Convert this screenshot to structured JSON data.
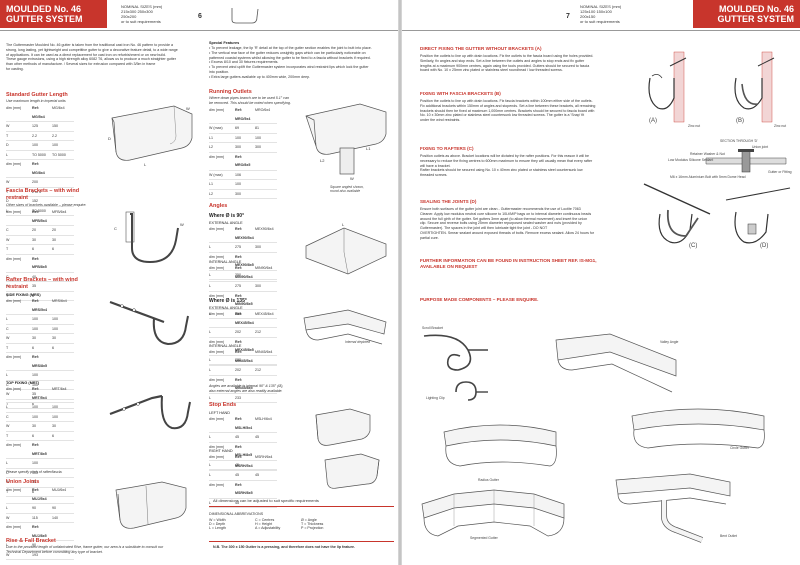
{
  "brand": {
    "red": "#c8352c"
  },
  "left": {
    "banner_line1": "MOULDED No. 46",
    "banner_line2": "GUTTER SYSTEM",
    "nominal": [
      "NOMINAL SIZES (mm)",
      "215x300 250x300",
      "250x200",
      "or to suit requirements"
    ],
    "page_no": "6",
    "intro": [
      "The Guttermaster Moulded No. 46 gutter is taken from the traditional cast iron No. 46 pattern to provide a",
      "strong, long lasting, yet lightweight and competitive gutter to give a decorative feature detail, to a wide range",
      "of applications. It can be used as a direct replacement for cast iron on refurbishment or on new build.",
      "These gauge extrusions, using a high strength alloy 6082 T6, allows us to produce a much straighter gutter",
      "than other methods of manufacture. / Several sizes for extrusion compared with 3/5m in frame",
      "for casting."
    ],
    "std": {
      "title": "Standard Gutter Length",
      "note": "Use maximum length in imperial units",
      "rows": [
        [
          "dim (mm)",
          "Ref: MG/5x4",
          "MG/6x4"
        ],
        [
          "W",
          "125",
          "150"
        ],
        [
          "T",
          "2.2",
          "2.2"
        ],
        [
          "D",
          "100",
          "100"
        ],
        [
          "L",
          "TO 5000",
          "TO 5000"
        ],
        [
          "dim (mm)",
          "Ref: MG/8x4",
          ""
        ],
        [
          "W",
          "200",
          ""
        ],
        [
          "T",
          "2 to 3",
          ""
        ],
        [
          "D",
          "152",
          ""
        ],
        [
          "L",
          "TO 5000",
          ""
        ]
      ]
    },
    "fascia": {
      "title_1": "Fascia Brackets – with wind",
      "title_2": "restraint",
      "note": "Other sizes of brackets available – please enquire.",
      "rows": [
        [
          "dim (mm)",
          "Ref: MFB/5x4",
          "MFB/6x4"
        ],
        [
          "C",
          "20",
          "20"
        ],
        [
          "W",
          "30",
          "30"
        ],
        [
          "T",
          "6",
          "6"
        ],
        [
          "dim (mm)",
          "Ref: MFB/8x5",
          ""
        ],
        [
          "C",
          "40",
          ""
        ],
        [
          "W",
          "35",
          ""
        ],
        [
          "T",
          "6",
          ""
        ]
      ]
    },
    "rafter": {
      "title_1": "Rafter Brackets – with wind",
      "title_2": "restraint",
      "side_title": "SIDE FIXING (MRS)",
      "side_rows": [
        [
          "dim (mm)",
          "Ref: MRS/5x4",
          "MRS/6x4"
        ],
        [
          "L",
          "100",
          "100"
        ],
        [
          "C",
          "100",
          "100"
        ],
        [
          "W",
          "30",
          "30"
        ],
        [
          "T",
          "6",
          "6"
        ],
        [
          "dim (mm)",
          "Ref: MRS/8x5",
          ""
        ],
        [
          "L",
          "100",
          ""
        ],
        [
          "C",
          "100",
          ""
        ],
        [
          "W",
          "35",
          ""
        ],
        [
          "T",
          "6",
          ""
        ]
      ],
      "top_title": "TOP FIXING (MRT)",
      "top_rows": [
        [
          "dim (mm)",
          "Ref: MRT/5x4",
          "MRT/6x4"
        ],
        [
          "L",
          "100",
          "100"
        ],
        [
          "C",
          "100",
          "100"
        ],
        [
          "W",
          "30",
          "30"
        ],
        [
          "T",
          "6",
          "6"
        ],
        [
          "dim (mm)",
          "Ref: MRT/8x5",
          ""
        ],
        [
          "L",
          "100",
          ""
        ],
        [
          "C",
          "100",
          ""
        ],
        [
          "W",
          "35",
          ""
        ],
        [
          "T",
          "6",
          ""
        ]
      ],
      "note": "Please specify pitch of rafter/fascia."
    },
    "union": {
      "title": "Union Joints",
      "rows": [
        [
          "dim (mm)",
          "Ref: MUJ/5x4",
          "MUJ/6x4"
        ],
        [
          "L",
          "90",
          "90"
        ],
        [
          "W",
          "115",
          "140"
        ],
        [
          "dim (mm)",
          "Ref: MUJ/8x5",
          ""
        ],
        [
          "L",
          "90",
          ""
        ],
        [
          "W",
          "193",
          ""
        ]
      ]
    },
    "rise": {
      "title": "Rise & Fall Bracket",
      "note_1": "Due to the provided length of unfabricated Rise, frame gutter, our area is a substitute to consult our",
      "note_2": "Technical Department before committing any type of bracket."
    },
    "special": {
      "title": "Special Features",
      "items": [
        "• To prevent leakage, the lip 'R' detail at the top of the gutter section enables the joint to butt into place.",
        "• The vertical rear face of the gutter reduces unsightly gaps which can be particularly noticeable on",
        "  patterned coastal systems whilst allowing the gutter to be fixed to a fascia without brackets if required.",
        "• Excess 8/10 and 30 fixtures requirements.",
        "• To prevent wind uplift the Guttermaster system incorporates wind restraint lips which lock the gutter",
        "  into position.",
        "• Extra large gutters available up to 400mm wide, 200mm deep."
      ]
    },
    "outlets": {
      "title": "Running Outlets",
      "note_1": "Where down pipes branch are to be used 5.1° can",
      "note_2": "be removed. This should be noted when specifying.",
      "rows": [
        [
          "dim (mm)",
          "Ref: MRO/5x4",
          "MRO/6x4"
        ],
        [
          "W (max)",
          "69",
          "81"
        ],
        [
          "L1",
          "100",
          "100"
        ],
        [
          "L2",
          "300",
          "300"
        ],
        [
          "dim (mm)",
          "Ref: MRO/8x5",
          ""
        ],
        [
          "W (max)",
          "106",
          ""
        ],
        [
          "L1",
          "100",
          ""
        ],
        [
          "L2",
          "300",
          ""
        ]
      ],
      "fig_note_1": "Square angled shown,",
      "fig_note_2": "round also available"
    },
    "angles": {
      "title": "Angles",
      "w90": "Where Ø is 90°",
      "ext": "EXTERNAL ANGLE",
      "ext90": [
        [
          "dim (mm)",
          "Ref: MEX90/5x4",
          "MEX90/6x4"
        ],
        [
          "L",
          "275",
          "300"
        ],
        [
          "dim (mm)",
          "Ref: MEX90/8x5",
          ""
        ],
        [
          "L",
          "350",
          ""
        ]
      ],
      "int": "INTERNAL ANGLE",
      "int90": [
        [
          "dim (mm)",
          "Ref: MIN90/5x4",
          "MIN90/6x4"
        ],
        [
          "L",
          "275",
          "300"
        ],
        [
          "dim (mm)",
          "Ref: MIN90/8x5",
          ""
        ],
        [
          "L",
          "360",
          ""
        ]
      ],
      "w135": "Where Ø is 135°",
      "ext135": [
        [
          "dim (mm)",
          "Ref: MEX45/5x4",
          "MEX45/6x4"
        ],
        [
          "L",
          "202",
          "212"
        ],
        [
          "dim (mm)",
          "Ref: MEX45/8x5",
          ""
        ],
        [
          "L",
          "233",
          ""
        ]
      ],
      "int135": [
        [
          "dim (mm)",
          "Ref: MIN45/5x4",
          "MIN45/6x4"
        ],
        [
          "L",
          "202",
          "212"
        ],
        [
          "dim (mm)",
          "Ref: MIN45/8x5",
          ""
        ],
        [
          "L",
          "233",
          ""
        ]
      ],
      "note_1": "Angles are available in internal 90° & 135° (Ø),",
      "note_2": "also external angles are also readily available.",
      "int_label": "Internal depicted"
    },
    "stop": {
      "title": "Stop Ends",
      "left": "LEFT HAND",
      "left_rows": [
        [
          "dim (mm)",
          "Ref: MSLH/5x4",
          "MSLH/6x4"
        ],
        [
          "L",
          "45",
          "45"
        ],
        [
          "dim (mm)",
          "Ref: MSLH/8x5",
          ""
        ],
        [
          "L",
          "45",
          ""
        ]
      ],
      "right": "RIGHT HAND",
      "right_rows": [
        [
          "dim (mm)",
          "Ref: MSRH/5x4",
          "MSRH/6x4"
        ],
        [
          "L",
          "45",
          "45"
        ],
        [
          "dim (mm)",
          "Ref: MSRH/8x5",
          ""
        ],
        [
          "L",
          "45",
          ""
        ]
      ]
    },
    "adjust": "All dimensions can be adjusted to suit specific requirements",
    "abbrev": {
      "title": "DIMENSIONAL ABBREVIATIONS",
      "rows": [
        [
          "W = Width",
          "C = Centres",
          "Ø = Angle"
        ],
        [
          "D = Depth",
          "H = Height",
          "T = Thickness"
        ],
        [
          "L = Length",
          "A = Adjustability",
          "P = Projection"
        ]
      ]
    },
    "nb": "N.B. The 300 x 150 Gutter is a pressing, and therefore does not have the lip feature."
  },
  "right": {
    "banner_line1": "MOULDED No. 46",
    "banner_line2": "GUTTER SYSTEM",
    "nominal": [
      "NOMINAL SIZES (mm)",
      "125x100 150x100",
      "200x150",
      "or to suit requirements"
    ],
    "page_no": "7",
    "direct": {
      "title": "DIRECT FIXING THE GUTTER WITHOUT BRACKETS (A)",
      "text": [
        "Position the outlets to line up with drain locations. Fix the outlets to the fascia board using the holes provided.",
        "Similarly, fix angles and stop ends. Set a line between the outlets and angles to stop ends and fix gutter",
        "lengths at a maximum 900mm centres, again using the tools provided. Gutters should be secured to fascia",
        "board with No. 10 x 25mm zinc plated or stainless steel roundhead / low threaded screws."
      ]
    },
    "fascia": {
      "title": "FIXING WITH FASCIA BRACKETS (B)",
      "text": [
        "Position the outlets to line up with drain locations. Fix fascia brackets within 100mm either side of the outlets.",
        "Fix additional brackets within 150mm of angles and stopends. Set a line between these brackets, all remaining",
        "brackets should then be fixed at maximum 1,000mm centres. Brackets should be secured to fascia board with",
        "No. 10 x 30mm zinc plated or stainless steel countersunk low threaded screws. The gutter is a 'Snap' fit",
        "under the wind restraints."
      ]
    },
    "rafters": {
      "title": "FIXING TO RAFTERS (C)",
      "text": [
        "Position outlets as above. Bracket locations will be dictated by the rafter positions. For this reason it will be",
        "necessary to reduce the fixing centres to 600mm maximum to ensure they will usually mean that every rafter",
        "will have a bracket.",
        "Rafter brackets should be secured using No. 10 x 40mm zinc plated or stainless steel countersunk low",
        "threaded screws."
      ]
    },
    "sealing": {
      "title": "SEALING THE JOINTS (D)",
      "text": [
        "Ensure both surfaces of the gutter joint are clean - Guttermaster recommends the use of Loctite 7063",
        "Cleaner. Apply low modulus neutral cure silicone to 10Lt/M/P bags on to internal diameter continuous beads",
        "around the full girth of the gutter. Set gutters 3mm apart (to allow thermal movement) and insert the union",
        "clip. Secure and reverse bolts using 25mm diameter repurposed sealed washer and nuts (provided by",
        "Guttermaster). The spaces in the joint will then lubricate tight the joint - DO NOT",
        "OVERTIGHTEN. Smear sealant around exposed threads of bolts. Remove excess sealant. Allow 24 hours for",
        "partial cure."
      ]
    },
    "further_1": "FURTHER INFORMATION CAN BE FOUND IN INSTRUCTION SHEET REF. IS-MG1,",
    "further_2": "AVAILABLE ON REQUEST",
    "purpose": "PURPOSE MADE COMPONENTS – PLEASE ENQUIRE.",
    "fig_labels": {
      "a": "(A)",
      "b": "(B)",
      "c": "(C)",
      "d": "(D)",
      "zinc1": "Zinc nut",
      "zinc2": "Zinc nut",
      "section": "SECTION THROUGH 'D'",
      "union_clip": "Union joint",
      "retainer": "Retainer Washer & Nut",
      "silicone": "Low Modulus Silicone Sealant",
      "bolt": "M6 x 16mm Aluminium Bolt with 5mm Dome Head",
      "gutter_fitting": "Gutter or Fitting",
      "scroll": "Scroll Bracket",
      "valley": "Valley Angle",
      "lighting": "Lighting Clip",
      "circle": "Circle Gutter",
      "radius": "Radius Gutter",
      "segmented": "Segmented Gutter",
      "bent": "Bent Outlet"
    }
  }
}
